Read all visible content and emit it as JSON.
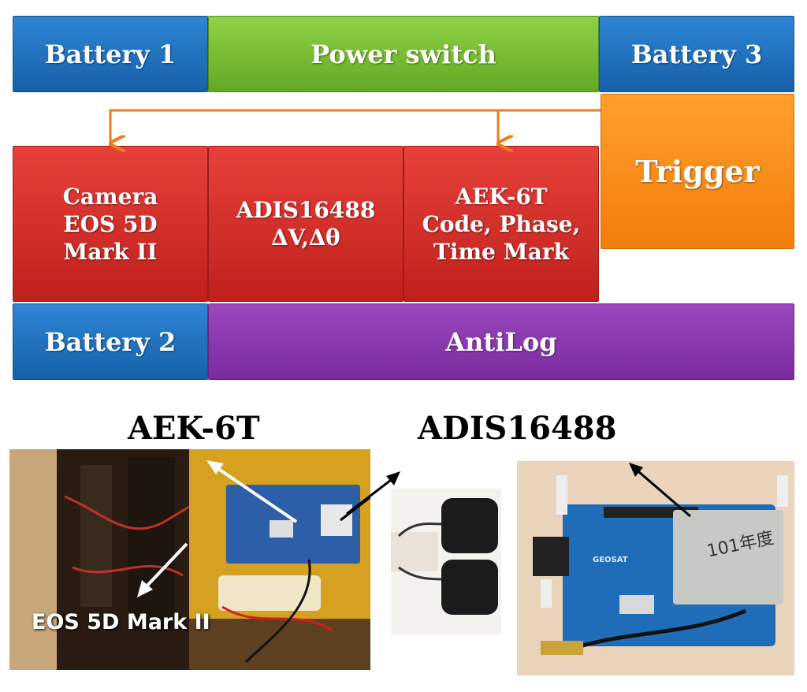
{
  "diagram": {
    "battery1": "Battery 1",
    "power_switch": "Power switch",
    "battery3": "Battery 3",
    "camera": "Camera\nEOS 5D\nMark II",
    "adis": "ADIS16488\n∆V,∆θ",
    "aek": "AEK-6T\nCode, Phase,\nTime Mark",
    "trigger": "Trigger",
    "battery2": "Battery 2",
    "antilog": "AntiLog"
  },
  "photos": {
    "label_aek": "AEK-6T",
    "label_adis": "ADIS16488",
    "label_camera": "EOS 5D Mark II",
    "board_text": "GEOSAT",
    "sticker_text": "101年度"
  },
  "colors": {
    "blue": "#1f74c4",
    "green": "#78bd33",
    "red": "#d62f2a",
    "orange": "#f68b1f",
    "purple": "#8a38ae",
    "arrow": "#f07c1a"
  }
}
